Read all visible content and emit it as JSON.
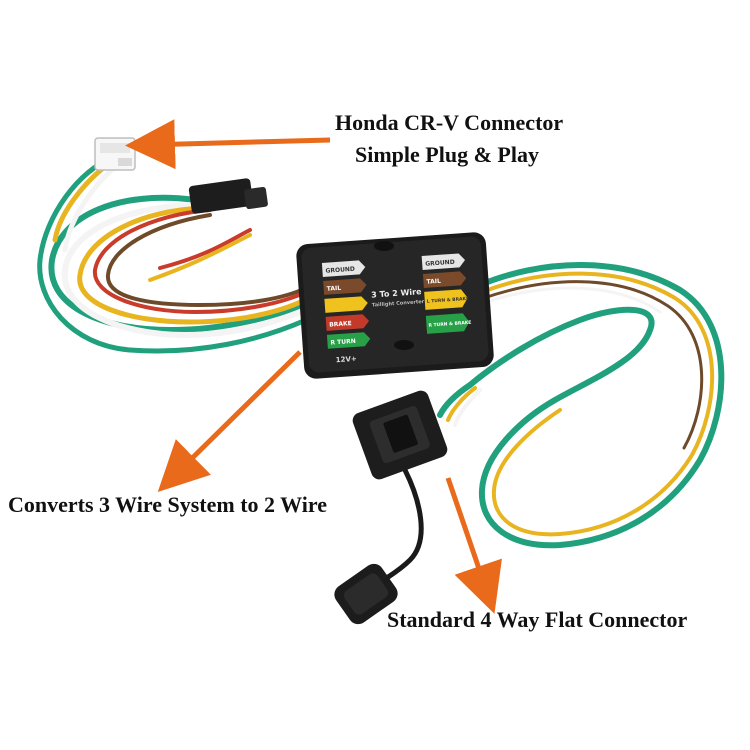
{
  "callouts": {
    "honda_title": "Honda CR-V Connector",
    "honda_subtitle": "Simple Plug & Play",
    "converts": "Converts 3 Wire System to 2 Wire",
    "standard": "Standard 4 Way Flat Connector"
  },
  "converter_box": {
    "title": "3 To 2 Wire",
    "subtitle": "Taillight Converter",
    "voltage": "12V+",
    "left_labels": [
      "GROUND",
      "TAIL",
      "",
      "BRAKE",
      "R TURN"
    ],
    "right_labels": [
      "GROUND",
      "TAIL",
      "L TURN & BRAKE",
      "R TURN & BRAKE"
    ]
  },
  "colors": {
    "arrow": "#e86a1a",
    "box": "#1b1b1b",
    "wire_green": "#20a07c",
    "wire_yellow": "#e8b520",
    "wire_brown": "#6e4a2a",
    "wire_white": "#f4f4f4",
    "wire_red": "#c93c2c"
  }
}
